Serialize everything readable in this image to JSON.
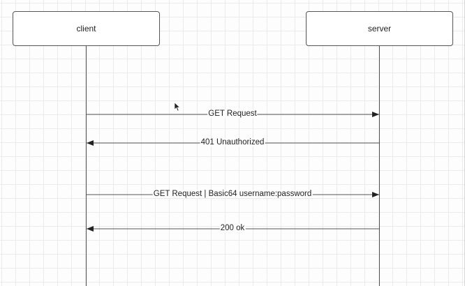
{
  "participants": {
    "client": "client",
    "server": "server"
  },
  "messages": [
    {
      "label": "GET Request",
      "from": "client",
      "to": "server"
    },
    {
      "label": "401 Unauthorized",
      "from": "server",
      "to": "client"
    },
    {
      "label": "GET Request | Basic64 username:password",
      "from": "client",
      "to": "server"
    },
    {
      "label": "200 ok",
      "from": "server",
      "to": "client"
    }
  ],
  "colors": {
    "line": "#555555",
    "grid": "#ebebeb"
  }
}
